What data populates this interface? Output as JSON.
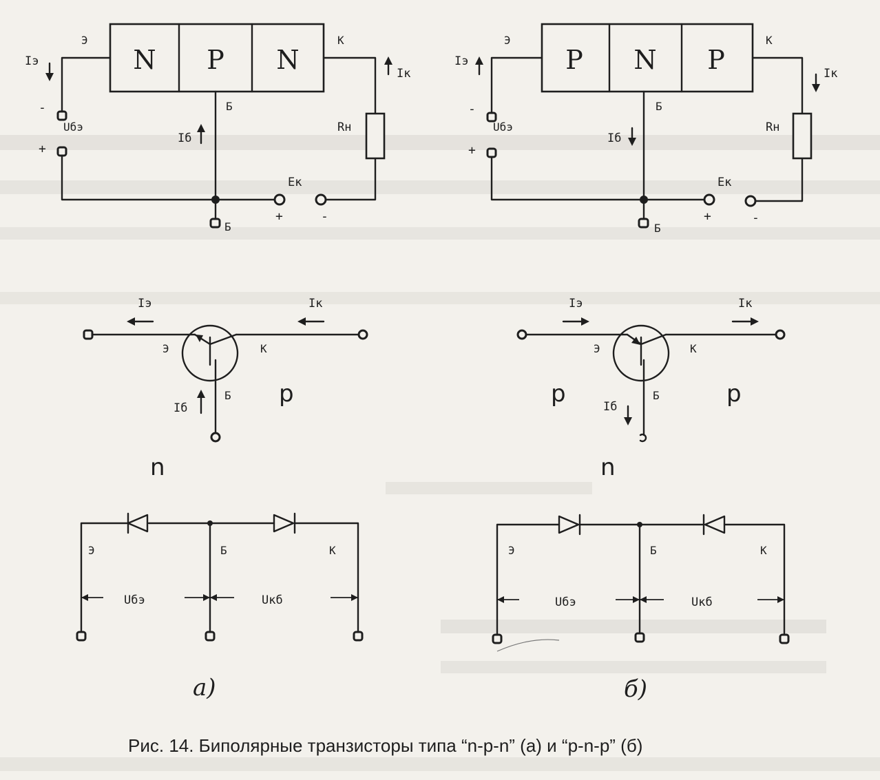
{
  "panel_a": {
    "segments": [
      "N",
      "P",
      "N"
    ],
    "emitter": "Э",
    "collector": "К",
    "base": "Б",
    "i_emitter": "Iэ",
    "i_collector": "Iк",
    "i_base": "Iб",
    "u_be": "Uбэ",
    "u_kb": "Uкб",
    "r_load": "Rн",
    "e_k": "Eк",
    "plus": "+",
    "minus": "-",
    "region_left": "",
    "region_right": "p",
    "region_base": "n",
    "sublabel": "а)"
  },
  "panel_b": {
    "segments": [
      "P",
      "N",
      "P"
    ],
    "emitter": "Э",
    "collector": "К",
    "base": "Б",
    "i_emitter": "Iэ",
    "i_collector": "Iк",
    "i_base": "Iб",
    "u_be": "Uбэ",
    "u_kb": "Uкб",
    "r_load": "Rн",
    "e_k": "Eк",
    "plus": "+",
    "minus": "-",
    "region_left": "p",
    "region_right": "p",
    "region_base": "n",
    "sublabel": "б)"
  },
  "caption": "Рис. 14. Биполярные транзисторы типа “n-p-n” (а) и “p-n-p” (б)",
  "colors": {
    "ink": "#1e1e1e",
    "paper": "#f3f1ec",
    "bleed": "#cfcdc8"
  }
}
